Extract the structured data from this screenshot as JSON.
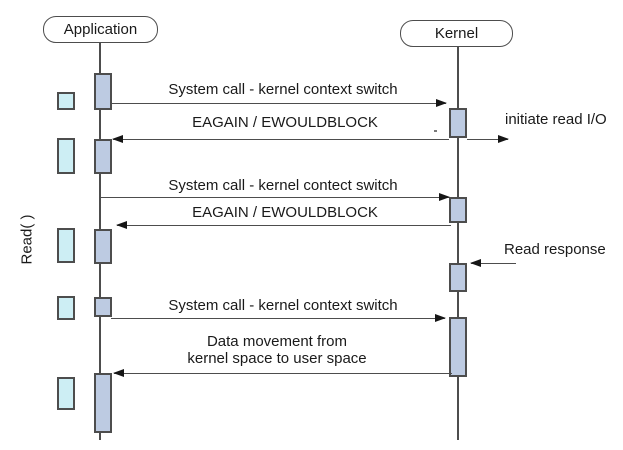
{
  "diagram_title": "non-blocking read sequence diagram",
  "colors": {
    "line": "#4d4d4d",
    "arrowhead": "#161616",
    "text": "#1a1a1a",
    "activation_fill": "#bdcbe2",
    "buffer_fill": "#cdeef4"
  },
  "lifelines": [
    {
      "label": "Application"
    },
    {
      "label": "Kernel"
    }
  ],
  "side_label": "Read( )",
  "messages": [
    {
      "label": "System call - kernel context switch",
      "direction": "right",
      "from": "Application",
      "to": "Kernel"
    },
    {
      "label": "EAGAIN / EWOULDBLOCK",
      "direction": "left",
      "from": "Kernel",
      "to": "Application"
    },
    {
      "label": "initiate read I/O",
      "direction": "right",
      "from": "Kernel",
      "to": "I/O device"
    },
    {
      "label": "System call - kernel contect switch",
      "direction": "right",
      "from": "Application",
      "to": "Kernel"
    },
    {
      "label": "EAGAIN / EWOULDBLOCK",
      "direction": "left",
      "from": "Kernel",
      "to": "Application"
    },
    {
      "label": "Read response",
      "direction": "left",
      "from": "I/O device",
      "to": "Kernel"
    },
    {
      "label": "System call - kernel context switch",
      "direction": "right",
      "from": "Application",
      "to": "Kernel"
    },
    {
      "label": "Data movement from\nkernel space to user space",
      "direction": "left",
      "from": "Kernel",
      "to": "Application"
    }
  ]
}
